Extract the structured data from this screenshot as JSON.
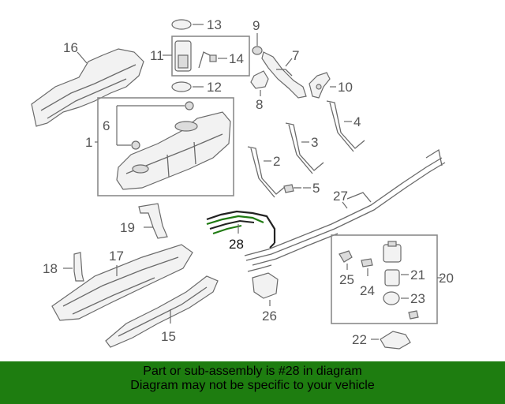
{
  "diagram": {
    "callouts": {
      "p1": "1",
      "p2": "2",
      "p3": "3",
      "p4": "4",
      "p5": "5",
      "p6": "6",
      "p7": "7",
      "p8": "8",
      "p9": "9",
      "p10": "10",
      "p11": "11",
      "p12": "12",
      "p13": "13",
      "p14": "14",
      "p15": "15",
      "p16": "16",
      "p17": "17",
      "p18": "18",
      "p19": "19",
      "p20": "20",
      "p21": "21",
      "p22": "22",
      "p23": "23",
      "p24": "24",
      "p25": "25",
      "p26": "26",
      "p27": "27",
      "p28": "28"
    },
    "highlighted_part": "28",
    "highlight_color": "#1f7a12"
  },
  "banner": {
    "line1": "Part or sub-assembly is #28 in diagram",
    "line2": "Diagram may not be specific to your vehicle",
    "background": "#1e7d10"
  }
}
